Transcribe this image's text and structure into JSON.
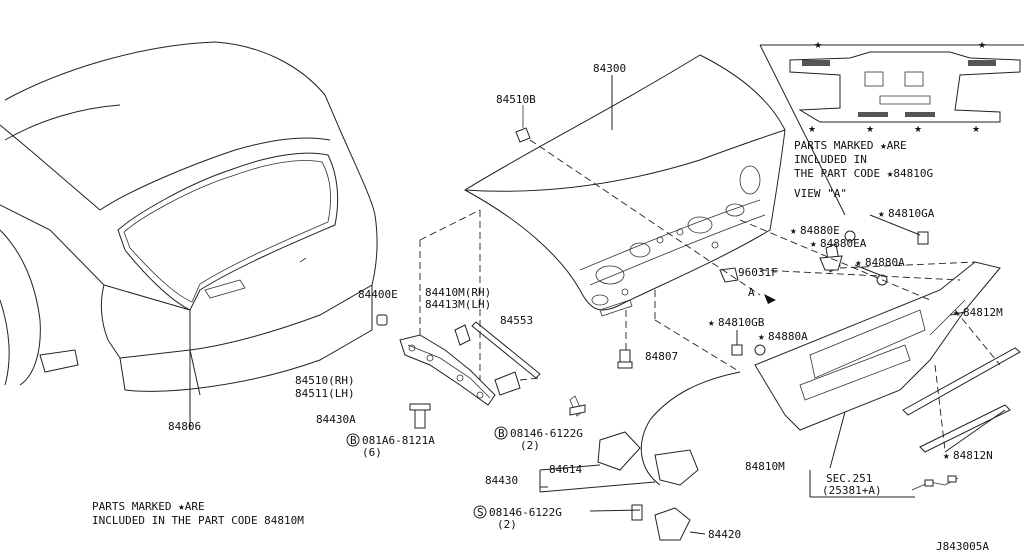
{
  "diagram_id": "J843005A",
  "labels": {
    "p84300": "84300",
    "p84510b": "84510B",
    "p96031f": "96031F",
    "p84400e": "84400E",
    "p84410m": "84410M(RH)",
    "p84413m": "84413M(LH)",
    "p84553": "84553",
    "p84510": "84510(RH)",
    "p84511": "84511(LH)",
    "p84430a": "84430A",
    "p081a6": "081A6-8121A",
    "p081a6_qty": "(6)",
    "p84807": "84807",
    "p08146a": "08146-6122G",
    "p08146a_qty": "(2)",
    "p84430": "84430",
    "p84614": "84614",
    "p08146b": "08146-6122G",
    "p08146b_qty": "(2)",
    "p84420": "84420",
    "p84806": "84806",
    "p84810gb": "84810GB",
    "p84880a_1": "84880A",
    "p84880e": "84880E",
    "p84880ea": "84880EA",
    "p84810ga": "84810GA",
    "p84880a_2": "84880A",
    "p84812m": "84812M",
    "p84812n": "84812N",
    "p84810m": "84810M",
    "sec251": "SEC.251",
    "sec251_ref": "(25381+A)",
    "arrow_a": "A",
    "circle_b": "B",
    "circle_s": "S"
  },
  "notes": {
    "view_line1": "PARTS MARKED ★ARE",
    "view_line2": "INCLUDED IN",
    "view_line3": "THE PART CODE ★84810G",
    "view_title": "VIEW \"A\"",
    "bottom_line1": "PARTS MARKED ★ARE",
    "bottom_line2": "INCLUDED IN THE PART CODE  84810M"
  },
  "icons": {
    "star": "star-icon",
    "circle_b": "circled-letter-b-icon",
    "circle_s": "circled-letter-s-icon"
  }
}
